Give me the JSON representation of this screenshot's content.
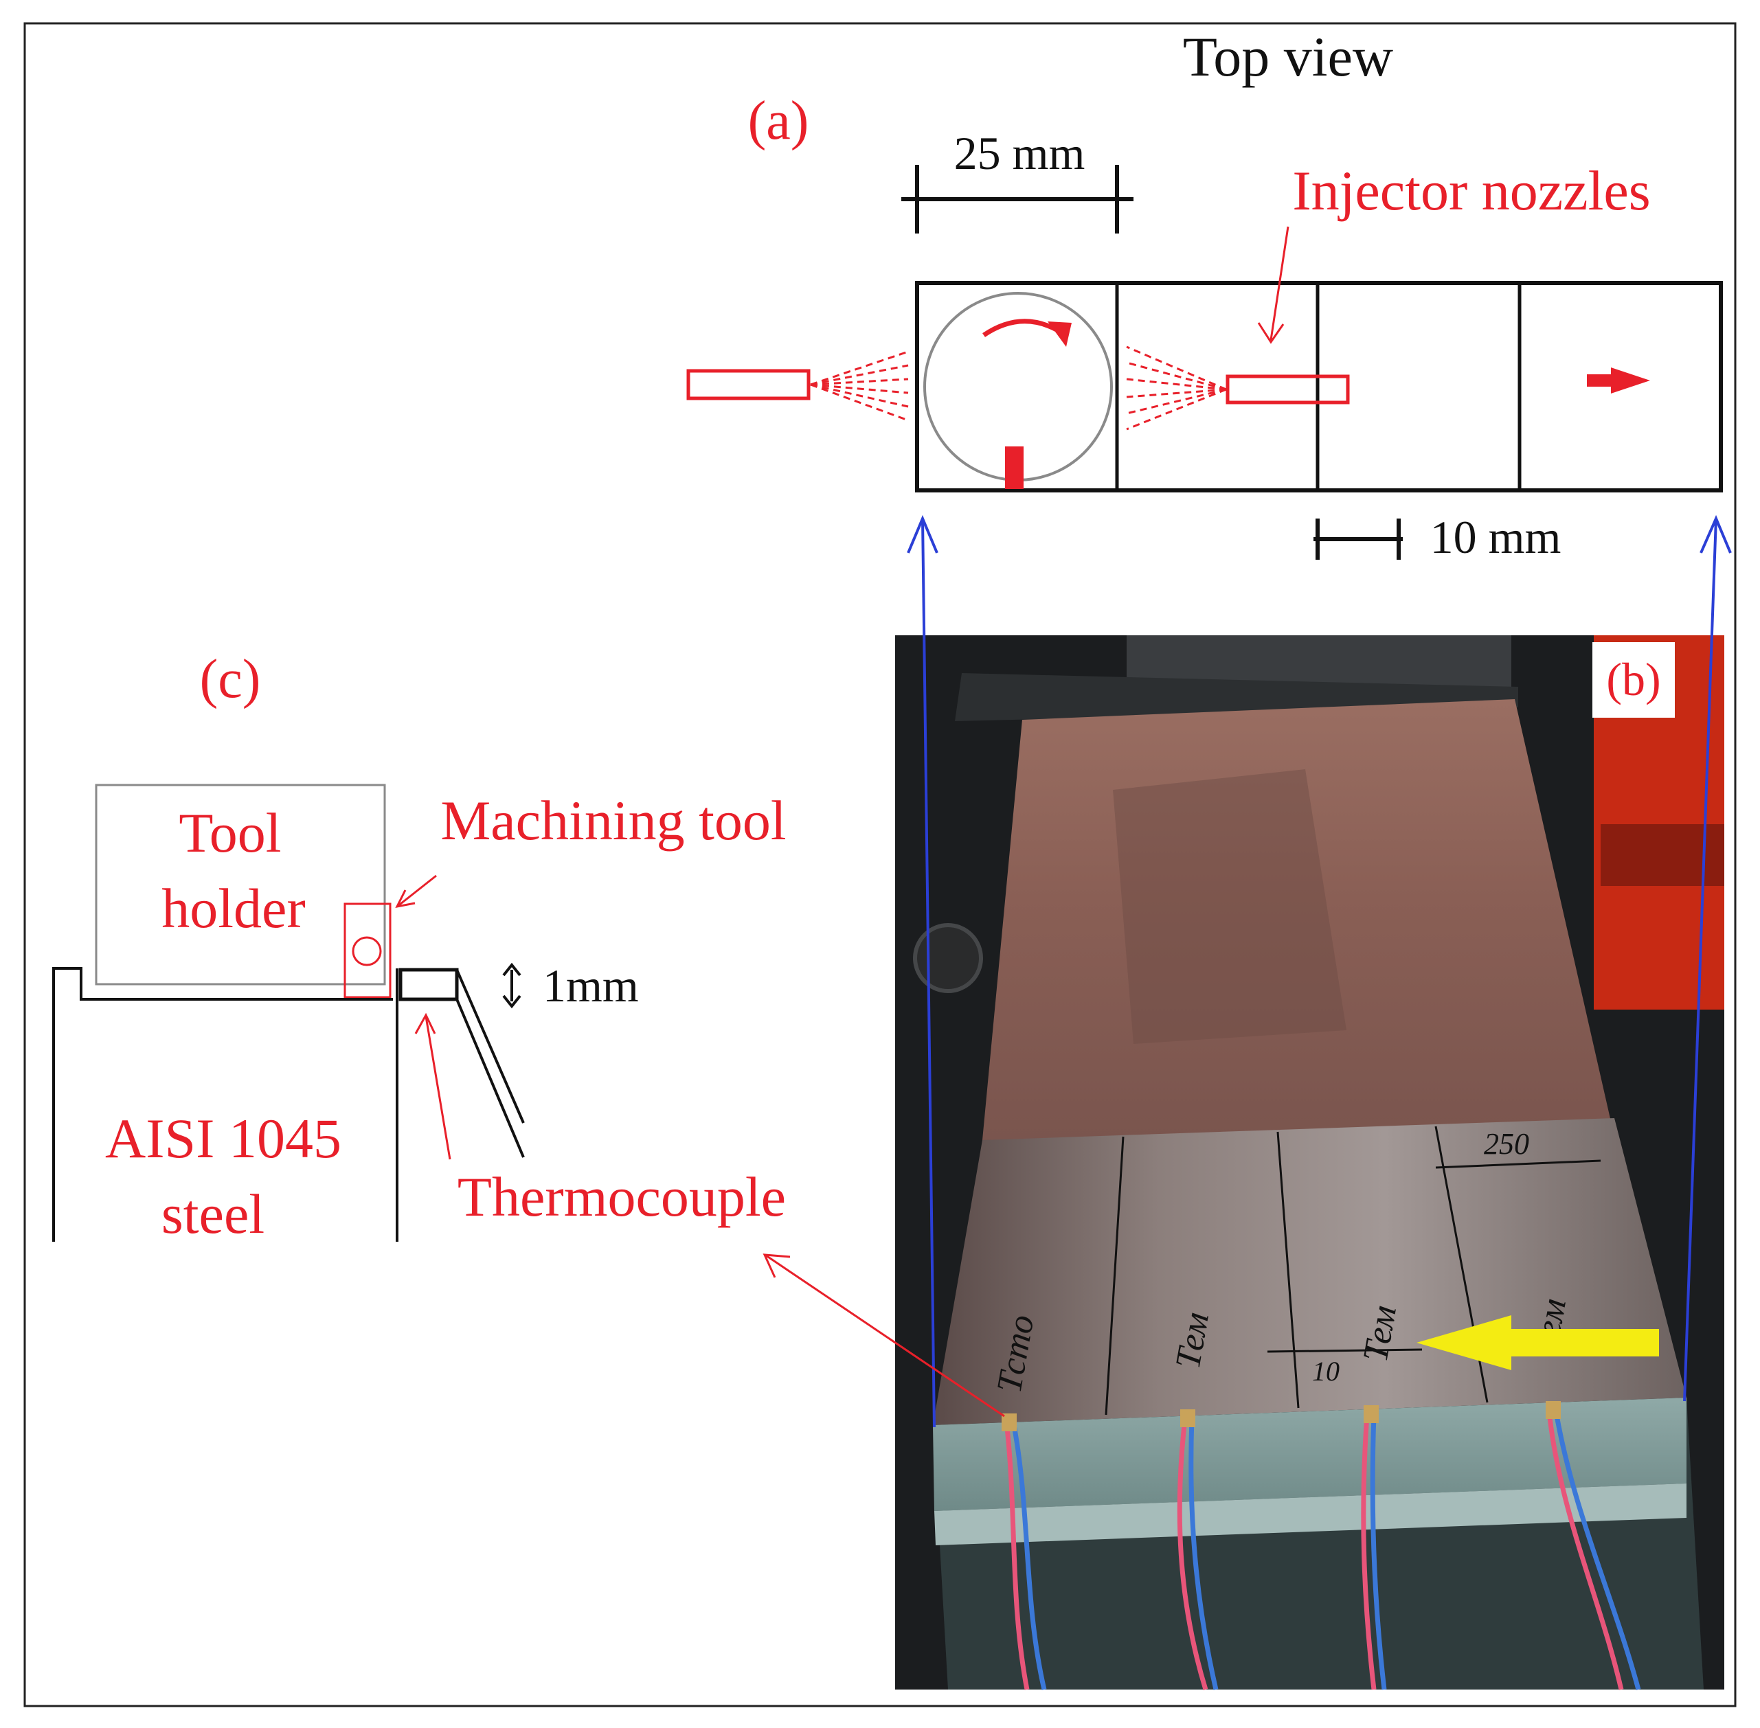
{
  "colors": {
    "annotation_red": "#e8202a",
    "line_black": "#111111",
    "guide_blue": "#2b3fd6",
    "arrow_yellow": "#f4ec12",
    "circle_gray": "#8a8a8a"
  },
  "panel_a": {
    "label": "(a)",
    "heading": "Top view",
    "dim_width": "25 mm",
    "dim_spacing": "10 mm",
    "nozzle_label": "Injector nozzles"
  },
  "panel_b": {
    "label": "(b)",
    "photo_scribbles": [
      "Тсто",
      "Тем",
      "Тем",
      "Тем"
    ],
    "photo_marks": [
      "250",
      "10"
    ]
  },
  "panel_c": {
    "label": "(c)",
    "tool_holder_line1": "Tool",
    "tool_holder_line2": "holder",
    "machining_tool": "Machining tool",
    "depth": "1mm",
    "material_line1": "AISI 1045",
    "material_line2": "steel",
    "thermocouple": "Thermocouple"
  }
}
